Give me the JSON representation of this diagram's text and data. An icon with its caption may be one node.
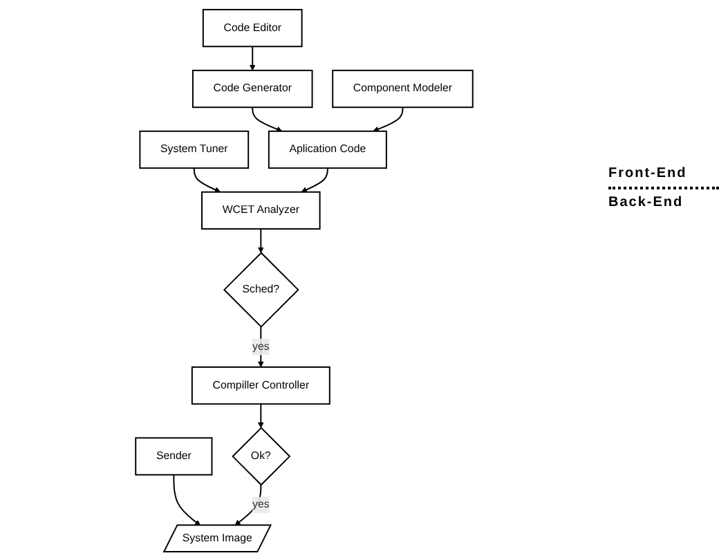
{
  "diagram": {
    "nodes": [
      {
        "text": [
          "System Tuner"
        ]
      },
      {
        "text": [
          "Code Editor"
        ]
      },
      {
        "text": [
          "Component Modeler"
        ]
      },
      {
        "text": [
          "Sender"
        ]
      },
      {
        "text": [
          "WCET Analyzer"
        ]
      },
      {
        "text": [
          "Code Generator"
        ]
      },
      {
        "text": [
          "Sched?"
        ]
      },
      {
        "text": [
          "Aplication Code"
        ]
      },
      {
        "text": [
          "System Image"
        ]
      },
      {
        "text": [
          "Compiller Controller"
        ]
      },
      {
        "text": [
          "Ok?"
        ]
      }
    ],
    "edges": [
      {
        "from": 0,
        "to": 4,
        "arrow": "to"
      },
      {
        "from": 1,
        "to": 5,
        "arrow": "to"
      },
      {
        "from": 5,
        "to": 7,
        "arrow": "to"
      },
      {
        "from": 2,
        "to": 7,
        "arrow": "to"
      },
      {
        "from": 3,
        "to": 8,
        "arrow": "to"
      },
      {
        "from": 7,
        "to": 4,
        "arrow": "to"
      },
      {
        "from": 4,
        "to": 6,
        "arrow": "to"
      },
      {
        "from": 6,
        "to": 9,
        "arrow": "to",
        "label": "yes"
      },
      {
        "from": 9,
        "to": 10,
        "arrow": "to"
      },
      {
        "from": 10,
        "to": 8,
        "arrow": "to",
        "label": "yes"
      }
    ],
    "labels": [
      "Front-End",
      "Back-End"
    ]
  }
}
